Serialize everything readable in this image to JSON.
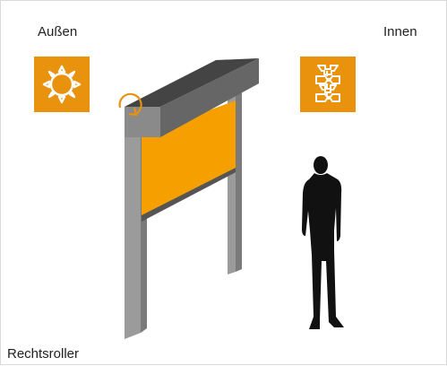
{
  "labels": {
    "outside": "Außen",
    "inside": "Innen",
    "type": "Rechtsroller"
  },
  "colors": {
    "accent": "#E8920E",
    "curtain": "#F5A000",
    "frame_light": "#9B9B9B",
    "frame_dark": "#666666",
    "frame_darker": "#555555",
    "person": "#111111"
  },
  "icons": {
    "outside": "sun-icon",
    "inside": "industrial-process-icon",
    "rotation": "rotation-direction-icon"
  }
}
